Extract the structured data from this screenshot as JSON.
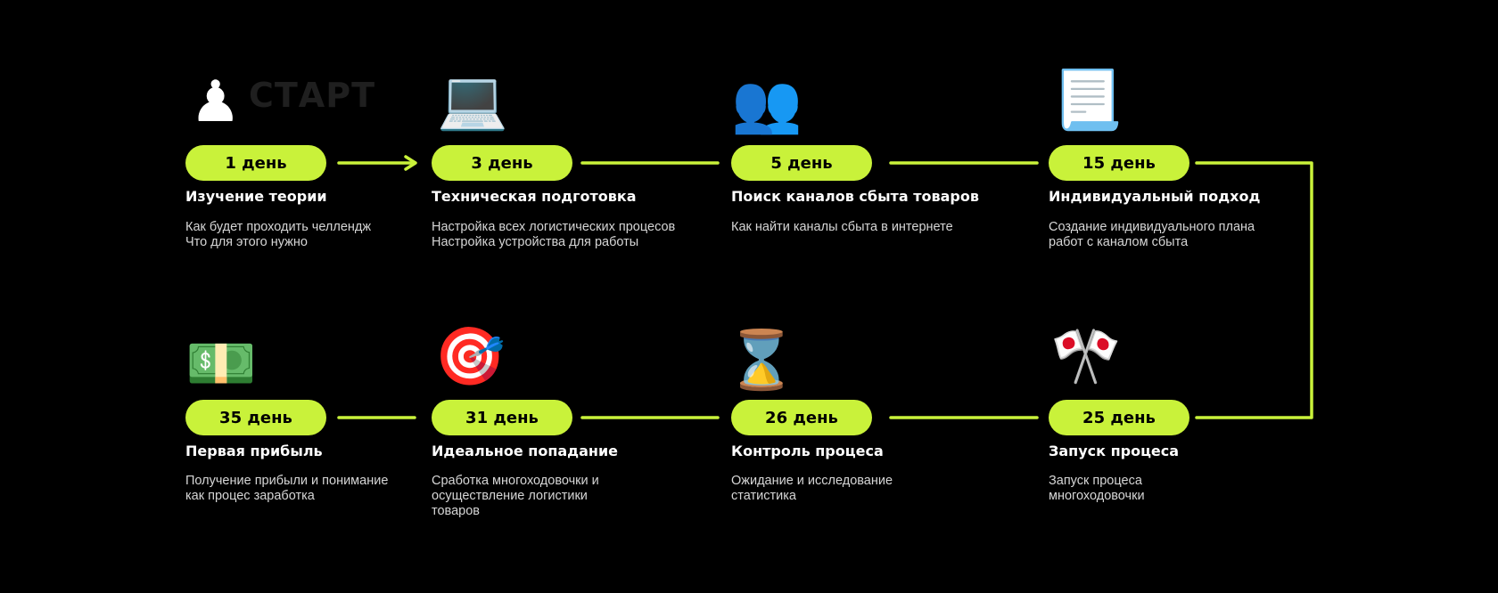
{
  "start_label": "СТАРТ",
  "accent_color": "#c9f23a",
  "steps": [
    {
      "day": "1 день",
      "title": "Изучение теории",
      "desc": [
        "Как будет проходить челлендж",
        "Что для этого нужно"
      ],
      "icon": "pawn-icon"
    },
    {
      "day": "3 день",
      "title": "Техническая подготовка",
      "desc": [
        "Настройка всех логистических процесов",
        "Настройка устройства для работы"
      ],
      "icon": "laptop-icon"
    },
    {
      "day": "5 день",
      "title": "Поиск каналов сбыта товаров",
      "desc": [
        "Как найти каналы сбыта в интернете"
      ],
      "icon": "people-icon"
    },
    {
      "day": "15 день",
      "title": "Индивидуальный подход",
      "desc": [
        "Создание индивидуального плана",
        "работ с каналом сбыта"
      ],
      "icon": "document-icon"
    },
    {
      "day": "25 день",
      "title": "Запуск процеса",
      "desc": [
        "Запуск процеса",
        "многоходовочки"
      ],
      "icon": "crossed-flags-icon"
    },
    {
      "day": "26 день",
      "title": "Контроль процеса",
      "desc": [
        "Ожидание и исследование",
        "статистика"
      ],
      "icon": "hourglass-icon"
    },
    {
      "day": "31 день",
      "title": "Идеальное попадание",
      "desc": [
        "Сработка многоходовочки и",
        "осуществление логистики",
        "товаров"
      ],
      "icon": "target-icon"
    },
    {
      "day": "35 день",
      "title": "Первая прибыль",
      "desc": [
        "Получение прибыли и понимание",
        "как процес заработка"
      ],
      "icon": "money-icon"
    }
  ]
}
